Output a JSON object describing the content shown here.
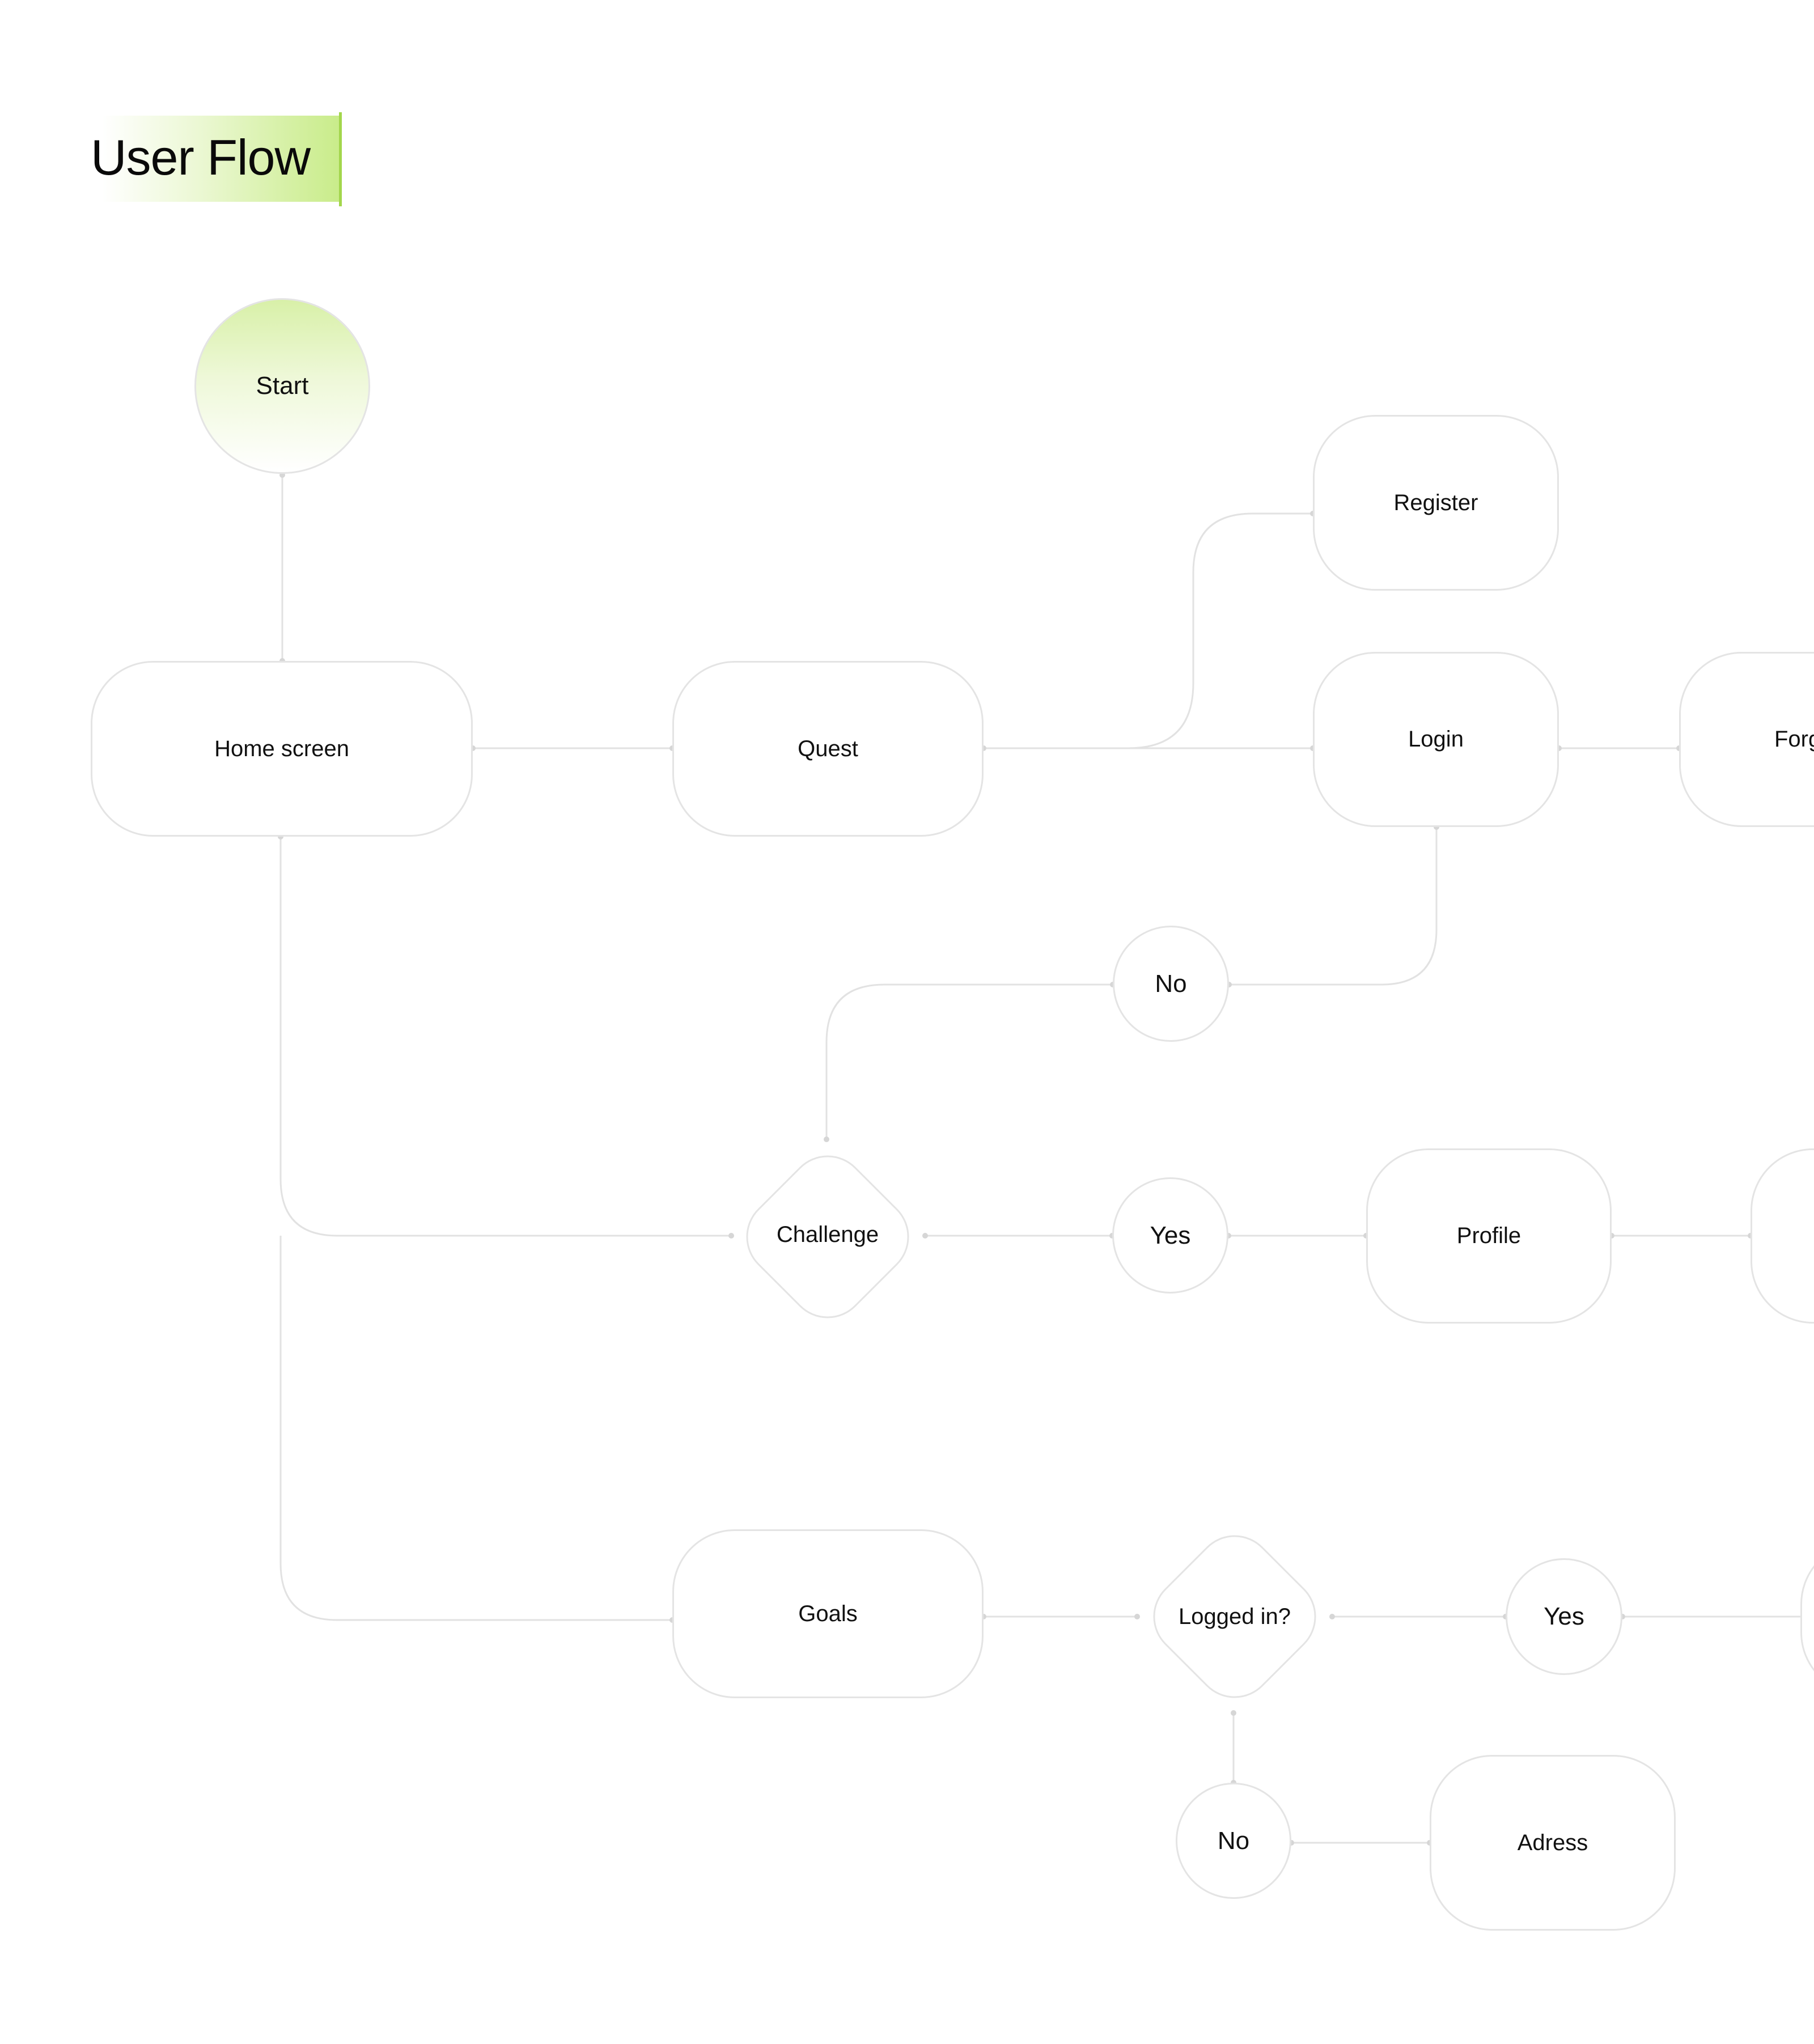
{
  "title": "User Flow",
  "colors": {
    "accent": "#a3d64c",
    "accent_light": "#d8f0a8",
    "node_border": "#e4e4e4",
    "connector": "#e2e2e2",
    "text": "#111111"
  },
  "nodes": {
    "start": "Start",
    "home_screen": "Home screen",
    "quest": "Quest",
    "register": "Register",
    "login": "Login",
    "forgot": "Forg",
    "no_login": "No",
    "challenge": "Challenge",
    "yes_challenge": "Yes",
    "profile": "Profile",
    "goals": "Goals",
    "logged_in": "Logged in?",
    "yes_goals": "Yes",
    "no_goals": "No",
    "adress": "Adress"
  }
}
